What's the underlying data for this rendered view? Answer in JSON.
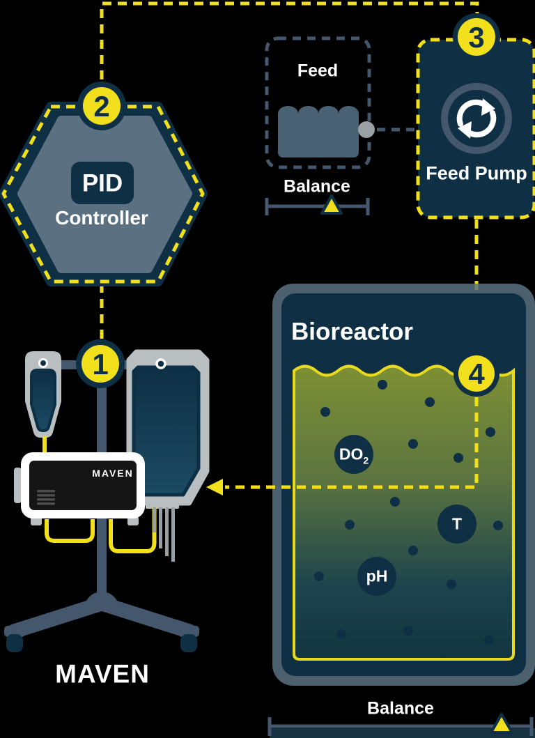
{
  "badges": {
    "b1": "1",
    "b2": "2",
    "b3": "3",
    "b4": "4"
  },
  "pid_controller": {
    "title": "PID",
    "subtitle": "Controller"
  },
  "feed": {
    "label": "Feed",
    "balance_label": "Balance"
  },
  "feed_pump": {
    "label": "Feed Pump"
  },
  "bioreactor": {
    "title": "Bioreactor",
    "balance_label": "Balance",
    "sensors": {
      "do2_base": "DO",
      "do2_sub": "2",
      "temperature": "T",
      "ph": "pH"
    }
  },
  "maven": {
    "device_logo": "MAVEN",
    "station_label": "MAVEN"
  },
  "colors": {
    "navy": "#0f3044",
    "slate": "#5b7181",
    "steel": "#44576c",
    "yellow": "#f3e01d",
    "silver": "#b9bec1",
    "white": "#ffffff",
    "liquid_top": "#7e9033",
    "liquid_bottom": "#123540",
    "screen": "#151515"
  }
}
